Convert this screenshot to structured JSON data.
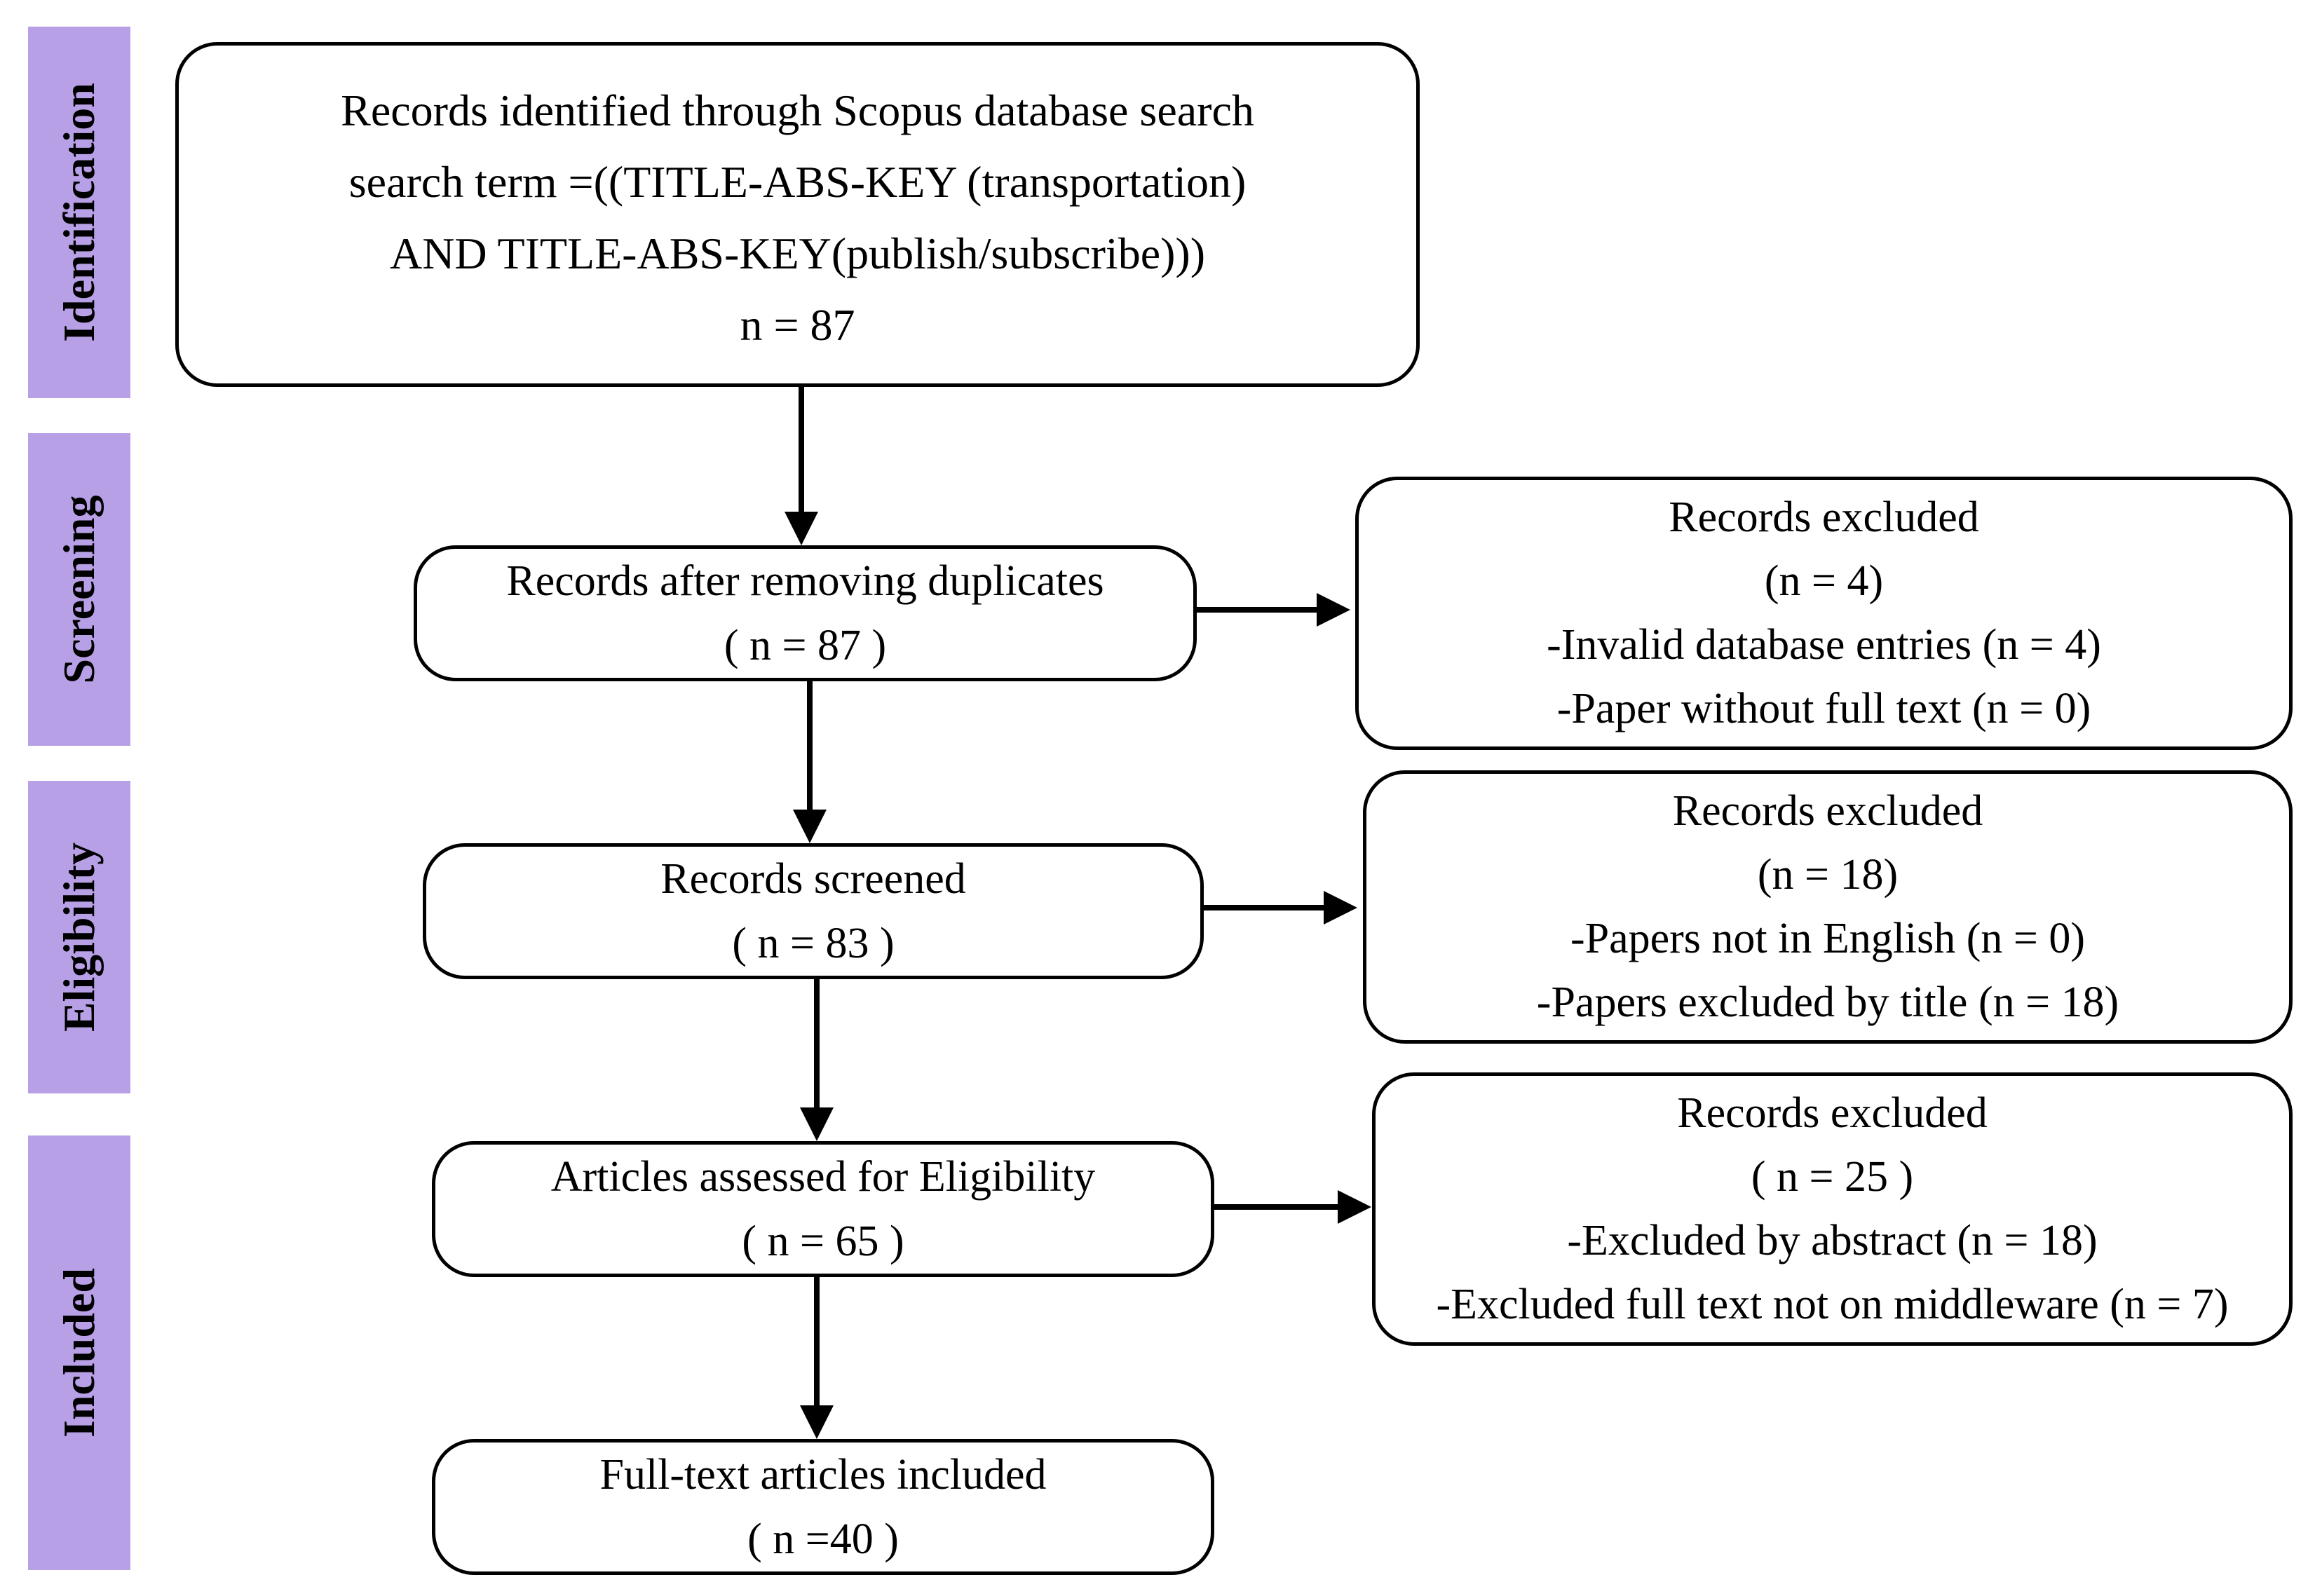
{
  "stages": {
    "identification": "Identification",
    "screening": "Screening",
    "eligibility": "Eligibility",
    "included": "Included"
  },
  "boxes": {
    "identified": {
      "lines": [
        "Records identified through Scopus database search",
        "search term =((TITLE-ABS-KEY (transportation)",
        "AND TITLE-ABS-KEY(publish/subscribe)))",
        "n = 87"
      ]
    },
    "after_duplicates": {
      "lines": [
        "Records after removing duplicates",
        "( n = 87 )"
      ]
    },
    "screened": {
      "lines": [
        "Records screened",
        "( n = 83 )"
      ]
    },
    "assessed": {
      "lines": [
        "Articles assessed for Eligibility",
        "( n = 65 )"
      ]
    },
    "included": {
      "lines": [
        "Full-text articles included",
        "( n =40 )"
      ]
    },
    "excluded_screening": {
      "lines": [
        "Records excluded",
        "(n = 4)",
        "-Invalid database entries (n = 4)",
        "-Paper without full text (n = 0)"
      ]
    },
    "excluded_eligibility": {
      "lines": [
        "Records excluded",
        "(n = 18)",
        "-Papers not in English (n = 0)",
        "-Papers excluded by title (n = 18)"
      ]
    },
    "excluded_assessment": {
      "lines": [
        "Records excluded",
        "( n = 25 )",
        "-Excluded by abstract (n = 18)",
        "-Excluded full text not on middleware (n = 7)"
      ]
    }
  },
  "colors": {
    "stage_fill": "#b7a0e6",
    "line": "#000000"
  }
}
